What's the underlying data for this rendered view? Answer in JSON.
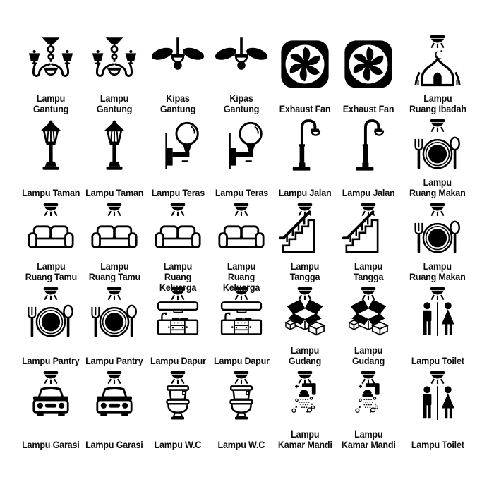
{
  "page": {
    "background": "#ffffff",
    "icon_color": "#000000",
    "label_color": "#0d0d0d"
  },
  "grid": {
    "columns": 7,
    "rows": 5,
    "cells": [
      {
        "icon": "chandelier-icon",
        "label": "Lampu\nGantung"
      },
      {
        "icon": "chandelier-icon",
        "label": "Lampu\nGantung"
      },
      {
        "icon": "ceiling-fan-icon",
        "label": "Kipas\nGantung"
      },
      {
        "icon": "ceiling-fan-icon",
        "label": "Kipas\nGantung"
      },
      {
        "icon": "exhaust-fan-icon",
        "label": "Exhaust Fan"
      },
      {
        "icon": "exhaust-fan-icon",
        "label": "Exhaust Fan"
      },
      {
        "icon": "mosque-lamp-icon",
        "label": "Lampu\nRuang Ibadah"
      },
      {
        "icon": "garden-lamp-icon",
        "label": "Lampu Taman"
      },
      {
        "icon": "garden-lamp-icon",
        "label": "Lampu Taman"
      },
      {
        "icon": "wall-sconce-icon",
        "label": "Lampu Teras"
      },
      {
        "icon": "wall-sconce-icon",
        "label": "Lampu Teras"
      },
      {
        "icon": "street-lamp-icon",
        "label": "Lampu Jalan"
      },
      {
        "icon": "street-lamp-icon",
        "label": "Lampu Jalan"
      },
      {
        "icon": "dining-plate-lamp-icon",
        "label": "Lampu\nRuang Makan"
      },
      {
        "icon": "sofa-lamp-icon",
        "label": "Lampu\nRuang Tamu"
      },
      {
        "icon": "sofa-lamp-icon",
        "label": "Lampu\nRuang Tamu"
      },
      {
        "icon": "sofa-lamp-icon",
        "label": "Lampu\nRuang Keluarga"
      },
      {
        "icon": "sofa-lamp-icon",
        "label": "Lampu\nRuang Keluarga"
      },
      {
        "icon": "stairs-lamp-icon",
        "label": "Lampu Tangga"
      },
      {
        "icon": "stairs-lamp-icon",
        "label": "Lampu Tangga"
      },
      {
        "icon": "dining-plate-lamp-icon",
        "label": "Lampu\nRuang Makan"
      },
      {
        "icon": "dining-plate-lamp-icon",
        "label": "Lampu Pantry"
      },
      {
        "icon": "dining-plate-lamp-icon",
        "label": "Lampu Pantry"
      },
      {
        "icon": "kitchen-lamp-icon",
        "label": "Lampu Dapur"
      },
      {
        "icon": "kitchen-lamp-icon",
        "label": "Lampu Dapur"
      },
      {
        "icon": "storage-box-lamp-icon",
        "label": "Lampu Gudang"
      },
      {
        "icon": "storage-box-lamp-icon",
        "label": "Lampu Gudang"
      },
      {
        "icon": "restroom-lamp-icon",
        "label": "Lampu Toilet"
      },
      {
        "icon": "car-lamp-icon",
        "label": "Lampu Garasi"
      },
      {
        "icon": "car-lamp-icon",
        "label": "Lampu Garasi"
      },
      {
        "icon": "toilet-lamp-icon",
        "label": "Lampu W.C"
      },
      {
        "icon": "toilet-lamp-icon",
        "label": "Lampu W.C"
      },
      {
        "icon": "shower-lamp-icon",
        "label": "Lampu\nKamar Mandi"
      },
      {
        "icon": "shower-lamp-icon",
        "label": "Lampu\nKamar Mandi"
      },
      {
        "icon": "restroom-lamp-icon",
        "label": "Lampu Toilet"
      }
    ]
  }
}
